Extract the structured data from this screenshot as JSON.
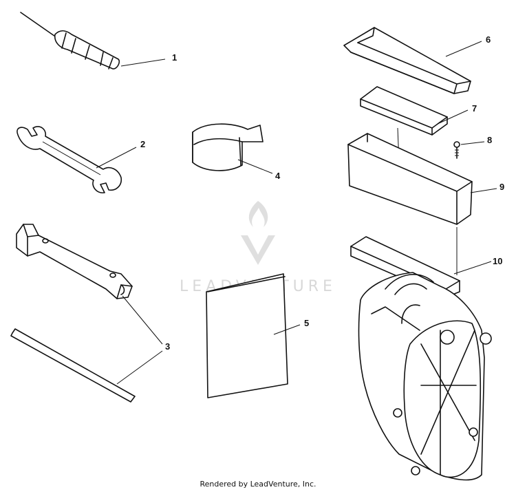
{
  "diagram": {
    "callouts": [
      "1",
      "2",
      "3",
      "4",
      "5",
      "6",
      "7",
      "8",
      "9",
      "10"
    ],
    "watermark_text": "LEADVENTURE",
    "footer": "Rendered by LeadVenture, Inc."
  }
}
